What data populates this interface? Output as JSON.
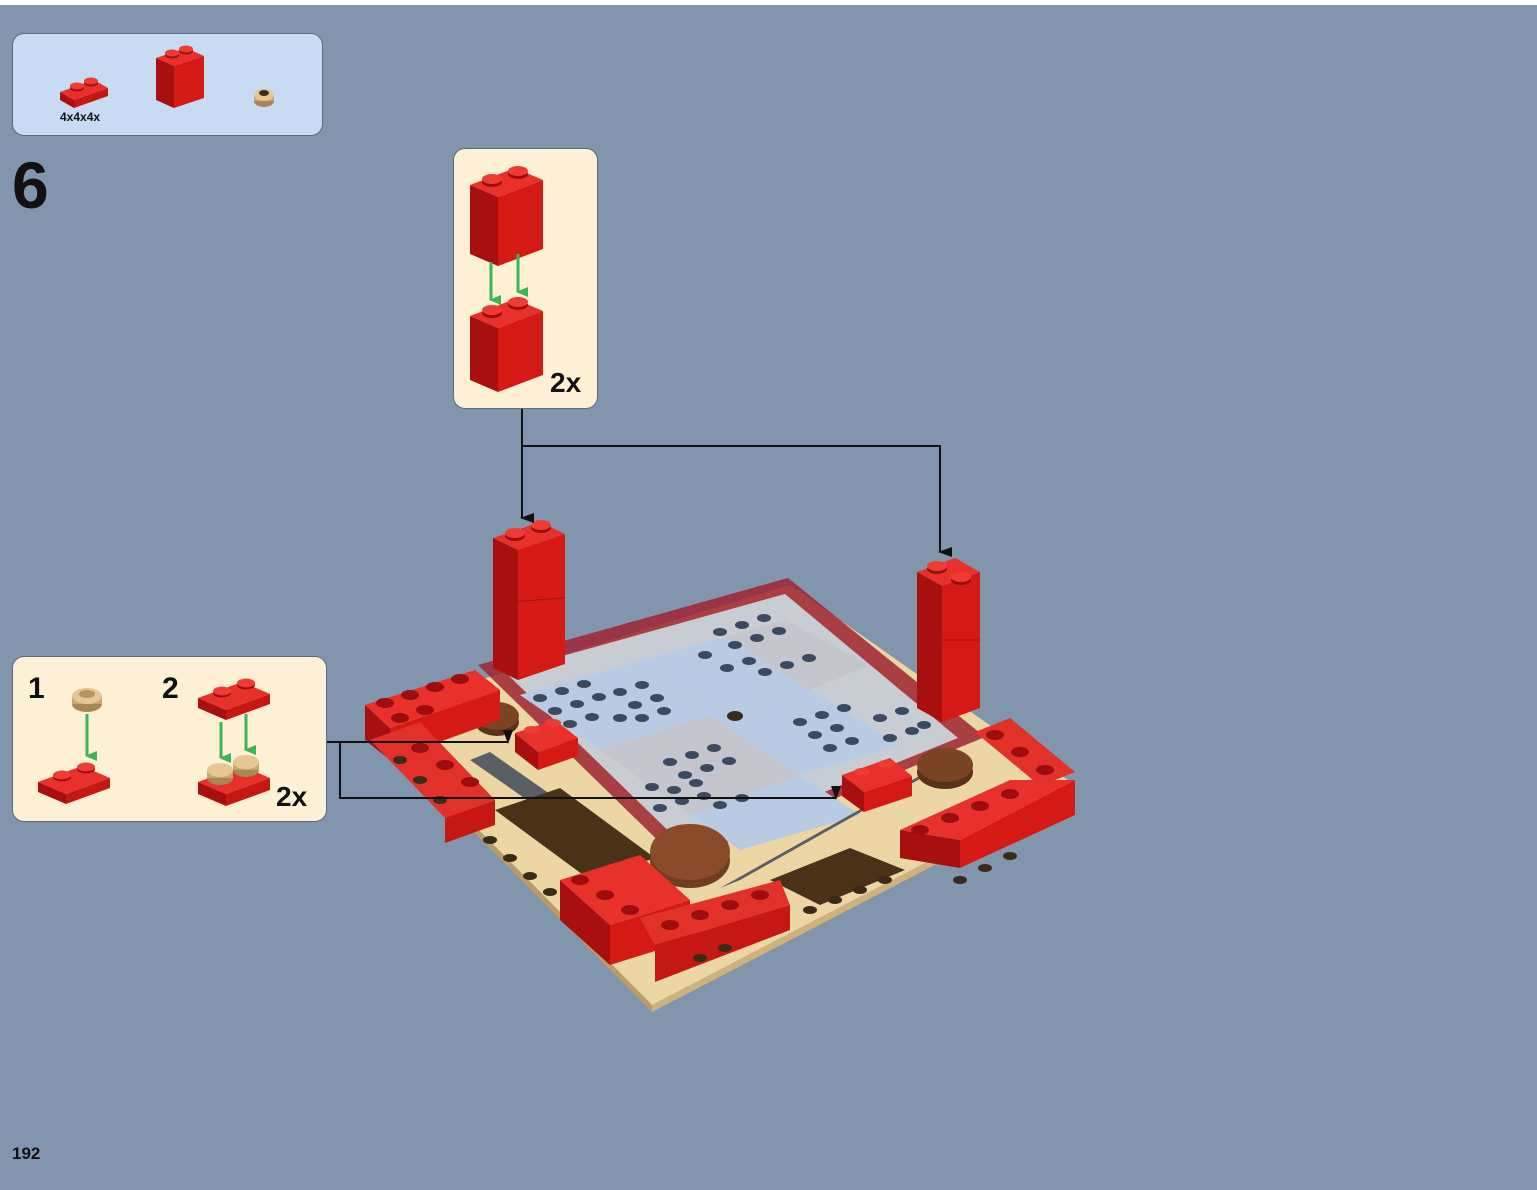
{
  "step": {
    "number": "6"
  },
  "page": {
    "number": "192"
  },
  "parts_list": {
    "quantity_label": "4x4x4x",
    "items": [
      {
        "name": "red-plate-1x2",
        "color": "#d51a15"
      },
      {
        "name": "red-brick-1x2x2",
        "color": "#d51a15"
      },
      {
        "name": "tan-round-plate",
        "color": "#d9b47a"
      }
    ]
  },
  "subassembly_top": {
    "multiplier": "2x"
  },
  "subassembly_left": {
    "step1_label": "1",
    "step2_label": "2",
    "multiplier": "2x"
  },
  "colors": {
    "background": "#8196ad",
    "brick_red": "#d51a15",
    "tan": "#ebd6a4",
    "arrow_green": "#3cb45a",
    "callout_bg": "#fdf0d4",
    "parts_bg": "#c7dbf2"
  }
}
